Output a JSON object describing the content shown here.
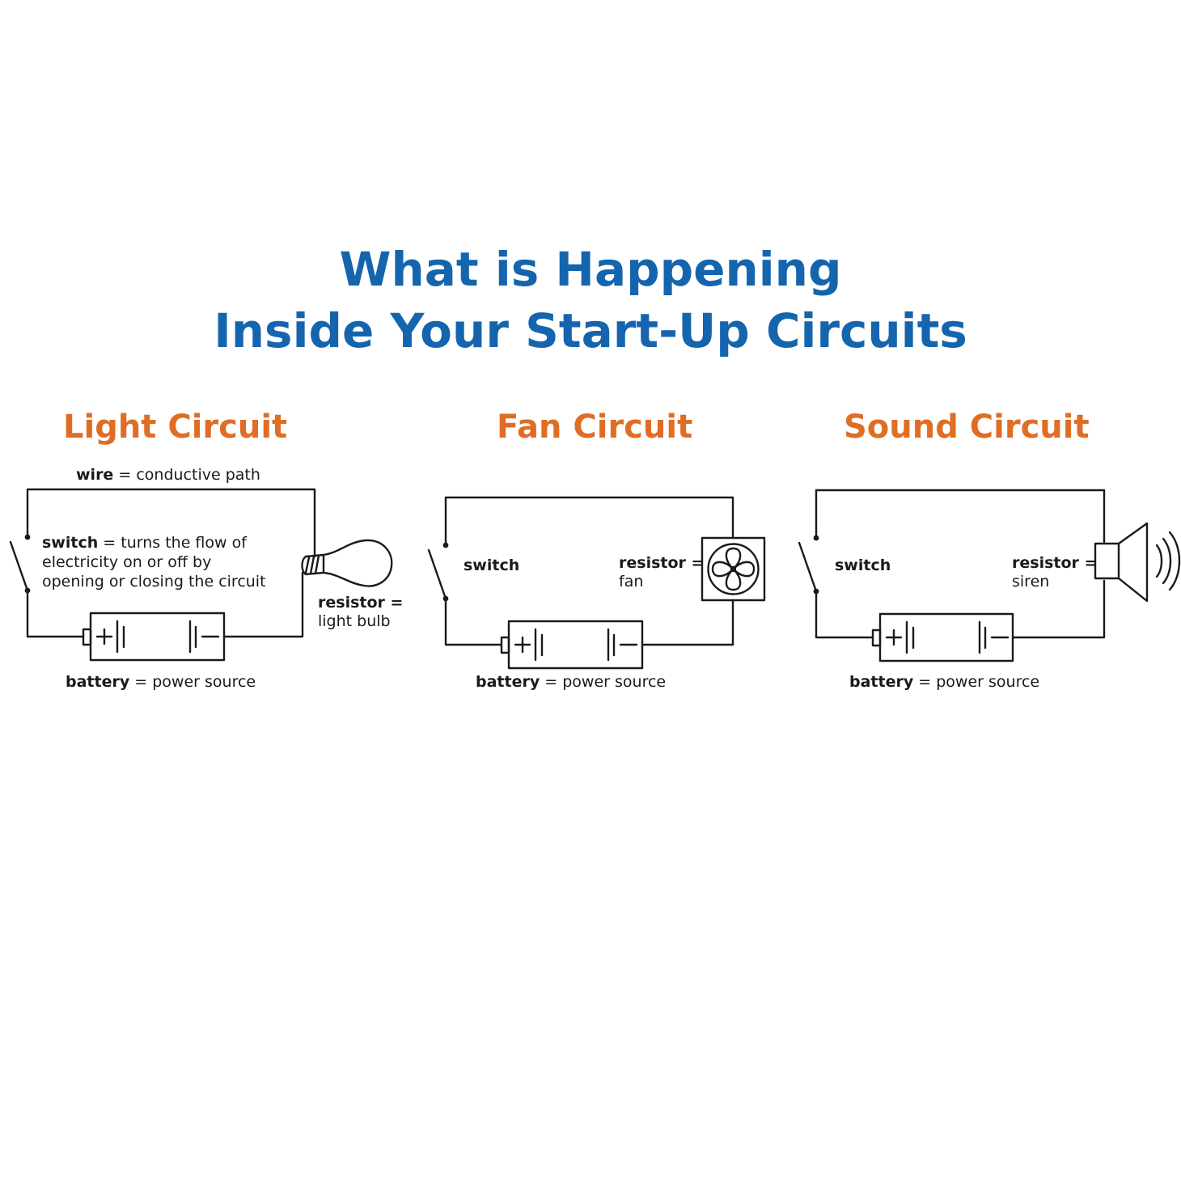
{
  "title": {
    "line1": "What is Happening",
    "line2": "Inside Your Start-Up Circuits"
  },
  "colors": {
    "title": "#1565ae",
    "heading": "#e06d24",
    "line": "#1a1a1a"
  },
  "light": {
    "heading": "Light Circuit",
    "wire_term": "wire",
    "wire_def": "= conductive path",
    "switch_term": "switch",
    "switch_def1": "= turns the flow of",
    "switch_def2": "electricity on or off by",
    "switch_def3": "opening or closing the circuit",
    "resistor_term": "resistor =",
    "resistor_def": "light bulb",
    "battery_term": "battery",
    "battery_def": "= power source",
    "icon": "light-bulb-icon"
  },
  "fan": {
    "heading": "Fan Circuit",
    "switch_term": "switch",
    "resistor_term": "resistor =",
    "resistor_def": "fan",
    "battery_term": "battery",
    "battery_def": "= power source",
    "icon": "fan-icon"
  },
  "sound": {
    "heading": "Sound Circuit",
    "switch_term": "switch",
    "resistor_term": "resistor =",
    "resistor_def": "siren",
    "battery_term": "battery",
    "battery_def": "= power source",
    "icon": "speaker-icon"
  }
}
